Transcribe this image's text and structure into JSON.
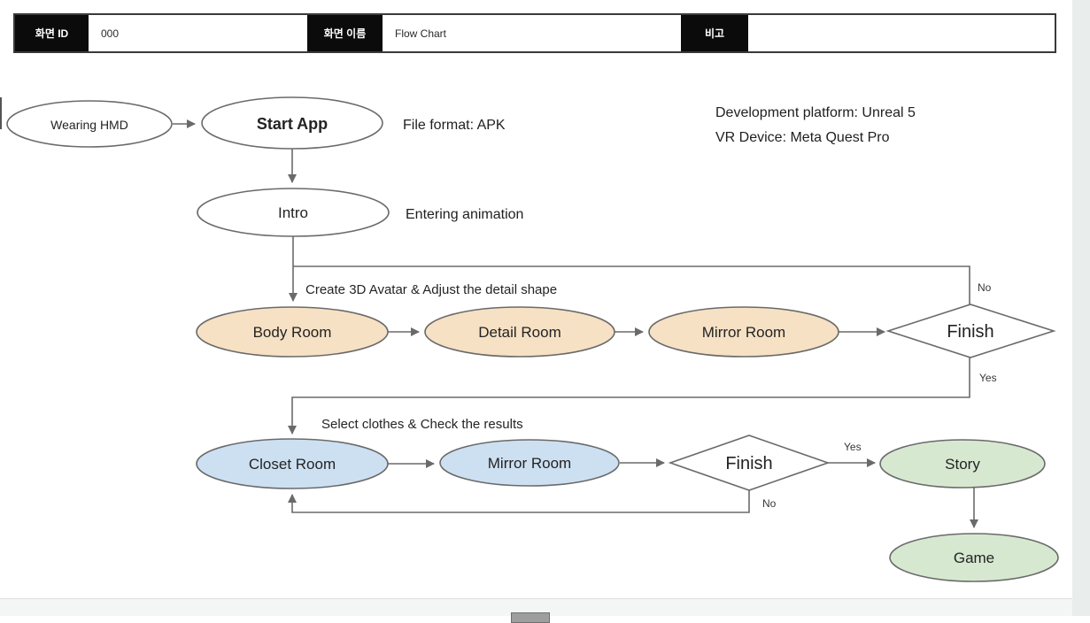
{
  "header": {
    "screen_id_label": "화면 ID",
    "screen_id_value": "000",
    "screen_name_label": "화면 이름",
    "screen_name_value": "Flow Chart",
    "remarks_label": "비고",
    "remarks_value": ""
  },
  "flowchart": {
    "nodes": {
      "wearing_hmd": "Wearing HMD",
      "start_app": "Start App",
      "intro": "Intro",
      "body_room": "Body Room",
      "detail_room": "Detail Room",
      "mirror_room_1": "Mirror Room",
      "finish_1": "Finish",
      "closet_room": "Closet Room",
      "mirror_room_2": "Mirror Room",
      "finish_2": "Finish",
      "story": "Story",
      "game": "Game"
    },
    "annotations": {
      "file_format": "File format: APK",
      "platform": "Development platform: Unreal 5",
      "vr_device": "VR Device: Meta Quest Pro",
      "intro_note": "Entering animation",
      "avatar_row_note": "Create 3D Avatar & Adjust the detail shape",
      "clothes_row_note": "Select clothes & Check the results"
    },
    "edge_labels": {
      "finish1_no": "No",
      "finish1_yes": "Yes",
      "finish2_yes": "Yes",
      "finish2_no": "No"
    },
    "colors": {
      "orange_fill": "#f6e1c4",
      "blue_fill": "#cde0f2",
      "green_fill": "#d7e8d1",
      "stroke": "#6a6a6a",
      "header_bg": "#0b0b0b",
      "header_fg": "#ffffff"
    }
  }
}
